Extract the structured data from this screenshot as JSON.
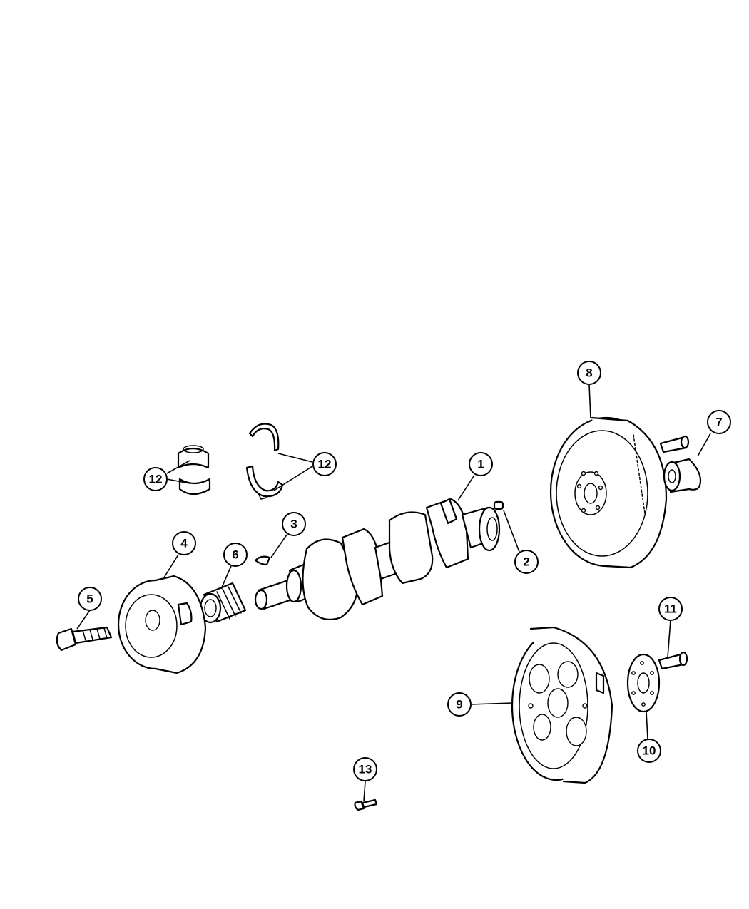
{
  "callouts": [
    {
      "id": "c1",
      "label": "1"
    },
    {
      "id": "c2",
      "label": "2"
    },
    {
      "id": "c3",
      "label": "3"
    },
    {
      "id": "c4",
      "label": "4"
    },
    {
      "id": "c5",
      "label": "5"
    },
    {
      "id": "c6",
      "label": "6"
    },
    {
      "id": "c7",
      "label": "7"
    },
    {
      "id": "c8",
      "label": "8"
    },
    {
      "id": "c9",
      "label": "9"
    },
    {
      "id": "c10",
      "label": "10"
    },
    {
      "id": "c11",
      "label": "11"
    },
    {
      "id": "c12a",
      "label": "12"
    },
    {
      "id": "c12b",
      "label": "12"
    },
    {
      "id": "c13",
      "label": "13"
    }
  ]
}
